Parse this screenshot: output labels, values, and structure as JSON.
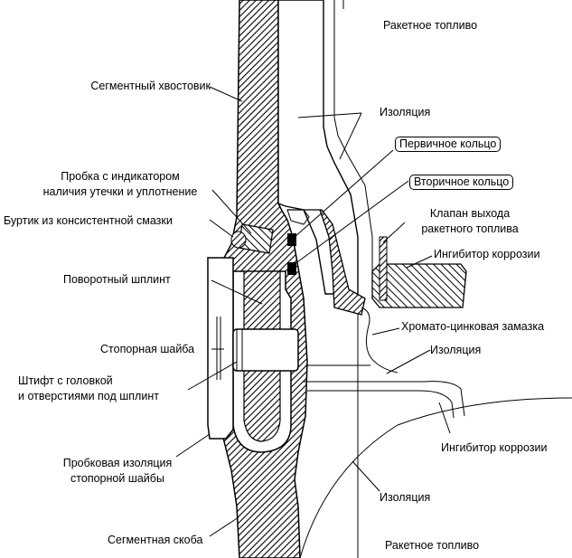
{
  "labels": {
    "rocket_fuel_top": "Ракетное топливо",
    "segment_tang": "Сегментный хвостовик",
    "insulation_top": "Изоляция",
    "primary_ring": "Первичное кольцо",
    "leak_plug_1": "Пробка с индикатором",
    "leak_plug_2": "наличия утечки и уплотнение",
    "secondary_ring": "Вторичное кольцо",
    "grease_bead": "Буртик из консистентной смазки",
    "fuel_valve_1": "Клапан выхода",
    "fuel_valve_2": "ракетного топлива",
    "corrosion_inhibitor_top": "Ингибитор коррозии",
    "rotary_pin": "Поворотный шплинт",
    "zinc_chromate": "Хромато-цинковая замазка",
    "retainer_washer": "Стопорная шайба",
    "insulation_mid": "Изоляция",
    "headed_pin_1": "Штифт с головкой",
    "headed_pin_2": "и отверстиями под шплинт",
    "corrosion_inhibitor_bottom": "Ингибитор коррозии",
    "cork_insulation_1": "Пробковая изоляция",
    "cork_insulation_2": "стопорной шайбы",
    "insulation_bottom": "Изоляция",
    "segment_clevis": "Сегментная скоба",
    "rocket_fuel_bottom": "Ракетное топливо"
  }
}
